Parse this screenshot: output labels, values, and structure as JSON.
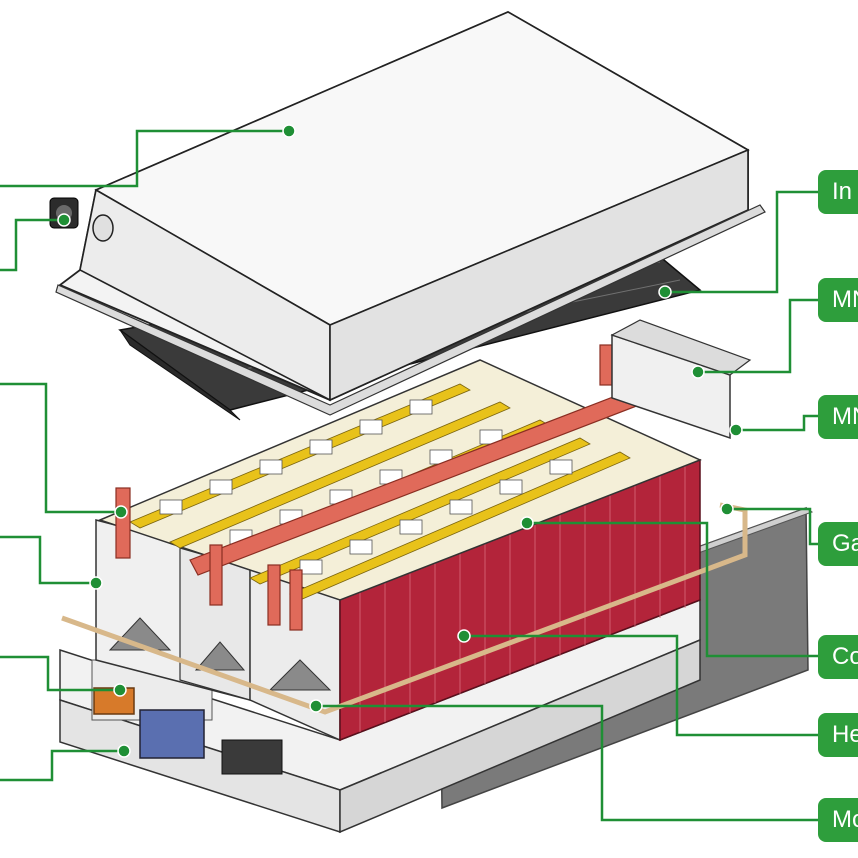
{
  "colors": {
    "callout_green": "#2e9e3c",
    "leader_green": "#1f8f35",
    "cell_red": "#b3243a",
    "busbar_red": "#e06a5a",
    "module_yellow": "#e8c21a",
    "housing_grey": "#eeeeee",
    "dark_grey": "#555555"
  },
  "labels": {
    "insulation": "In",
    "msd_1": "MN",
    "msd_2": "MN",
    "gasket": "Ga",
    "cooling": "Co",
    "heating": "He",
    "module": "Mo"
  }
}
